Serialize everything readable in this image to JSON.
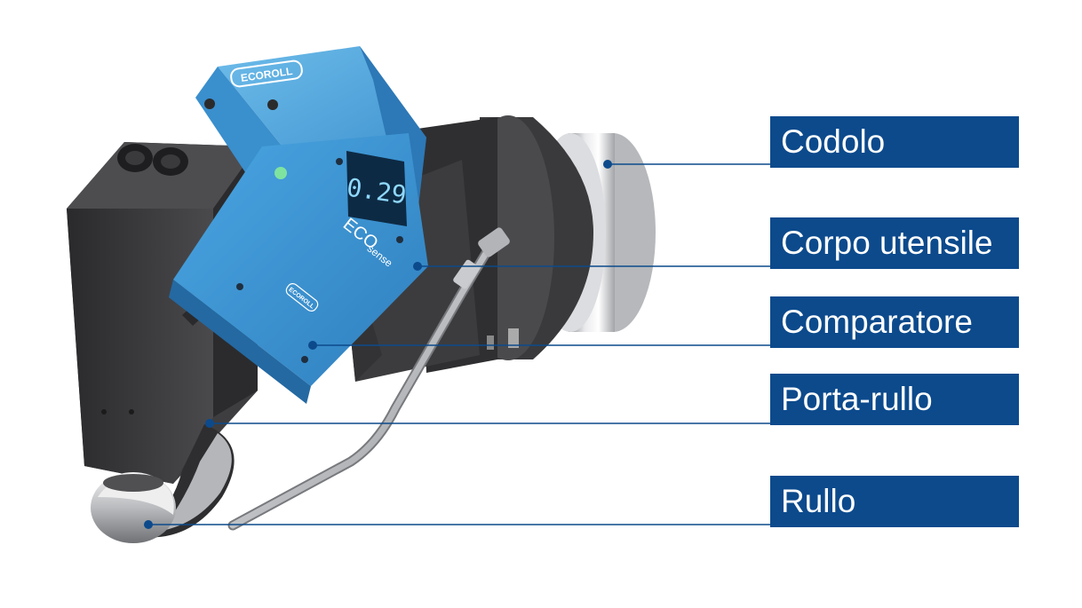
{
  "colors": {
    "label_background": "#0c4a8c",
    "label_text": "#ffffff",
    "leader_line": "#0c4a8c",
    "sensor_blue": "#3f9ad8",
    "tool_dark": "#3e3e40"
  },
  "device": {
    "brand_top": "ECOROLL",
    "brand_side": "ECOROLL",
    "model": "ECO",
    "model_suffix": "sense",
    "display_value": "0.29"
  },
  "callouts": [
    {
      "id": "codolo",
      "label": "Codolo"
    },
    {
      "id": "corpo-utensile",
      "label": "Corpo utensile"
    },
    {
      "id": "comparatore",
      "label": "Comparatore"
    },
    {
      "id": "porta-rullo",
      "label": "Porta-rullo"
    },
    {
      "id": "rullo",
      "label": "Rullo"
    }
  ]
}
